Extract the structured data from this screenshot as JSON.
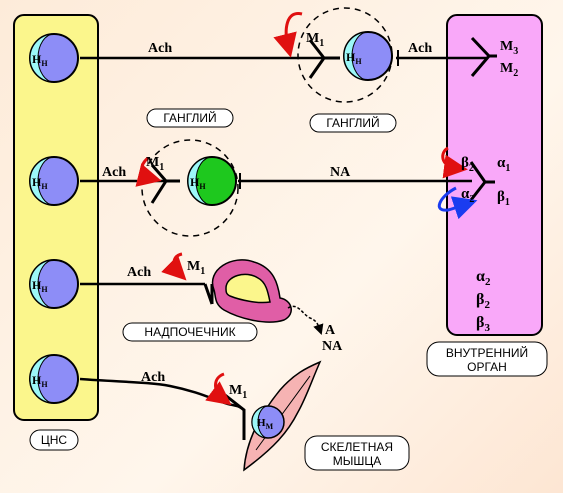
{
  "labels": {
    "cns": "ЦНС",
    "internal_organ_line1": "ВНУТРЕННИЙ",
    "internal_organ_line2": "ОРГАН",
    "ganglion": "ГАНГЛИЙ",
    "adrenal": "НАДПОЧЕЧНИК",
    "skeletal_line1": "СКЕЛЕТНАЯ",
    "skeletal_line2": "МЫШЦА"
  },
  "neurotransmitters": {
    "ach": "Ach",
    "na": "NA",
    "a": "A"
  },
  "receptors": {
    "nn": "Н",
    "nn_sub": "Н",
    "nm": "Н",
    "nm_sub": "М",
    "m": "M",
    "sub1": "1",
    "sub2": "2",
    "sub3": "3",
    "beta": "β",
    "alpha": "α"
  },
  "colors": {
    "cns_fill": "#fbf68c",
    "organ_fill": "#f9a8f9",
    "receptor_blue": "#8d8df7",
    "receptor_cyan": "#9cf8f8",
    "ganglion_green": "#1ec81e",
    "adrenal_outer": "#e05ea6",
    "adrenal_inner": "#fbf68c",
    "muscle_fill": "#f6b3b3",
    "autoreceptor_red": "#e01010",
    "alpha2_blue": "#1a3cf0"
  }
}
